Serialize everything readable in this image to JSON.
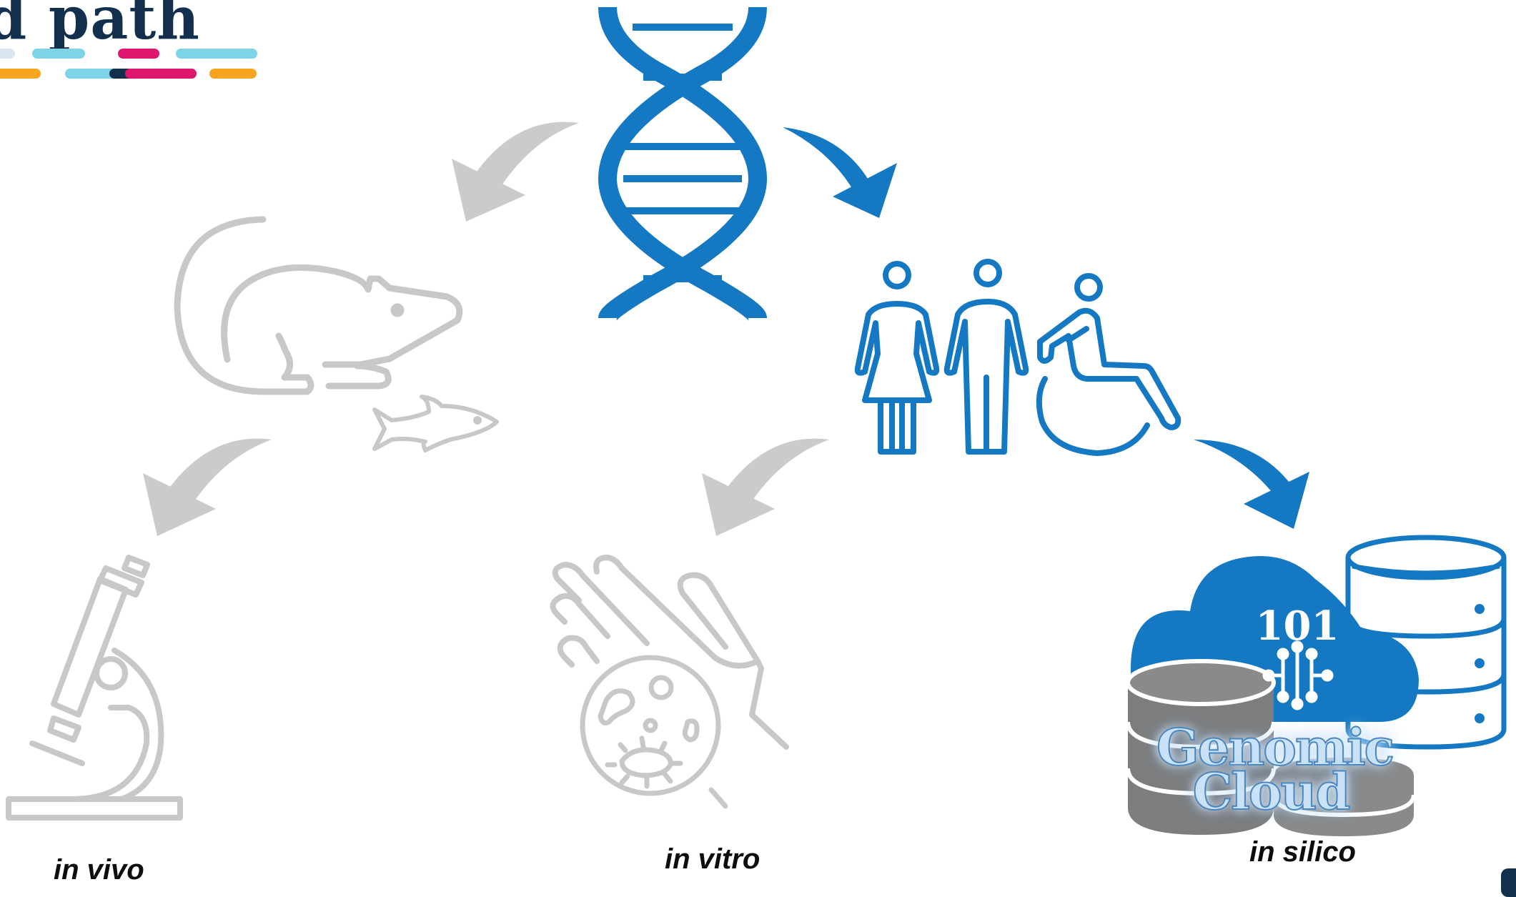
{
  "title": "d path",
  "captions": {
    "in_vivo": "in vivo",
    "in_vitro": "in vitro",
    "in_silico": "in silico"
  },
  "cloud": {
    "binary_text": "101",
    "label_line1": "Genomic",
    "label_line2": "Cloud"
  },
  "colors": {
    "blue": "#1478c2",
    "grey": "#c8c8c8",
    "navy": "#12304e",
    "pink": "#e0176f",
    "cyan": "#7fd3e6",
    "orange": "#f7a421",
    "db_grey": "#7d7d7d"
  },
  "icons": [
    "dna-icon",
    "rat-icon",
    "fish-icon",
    "microscope-icon",
    "hand-icon",
    "petri-dish-icon",
    "woman-icon",
    "man-icon",
    "wheelchair-icon",
    "cloud-icon",
    "database-icon"
  ]
}
